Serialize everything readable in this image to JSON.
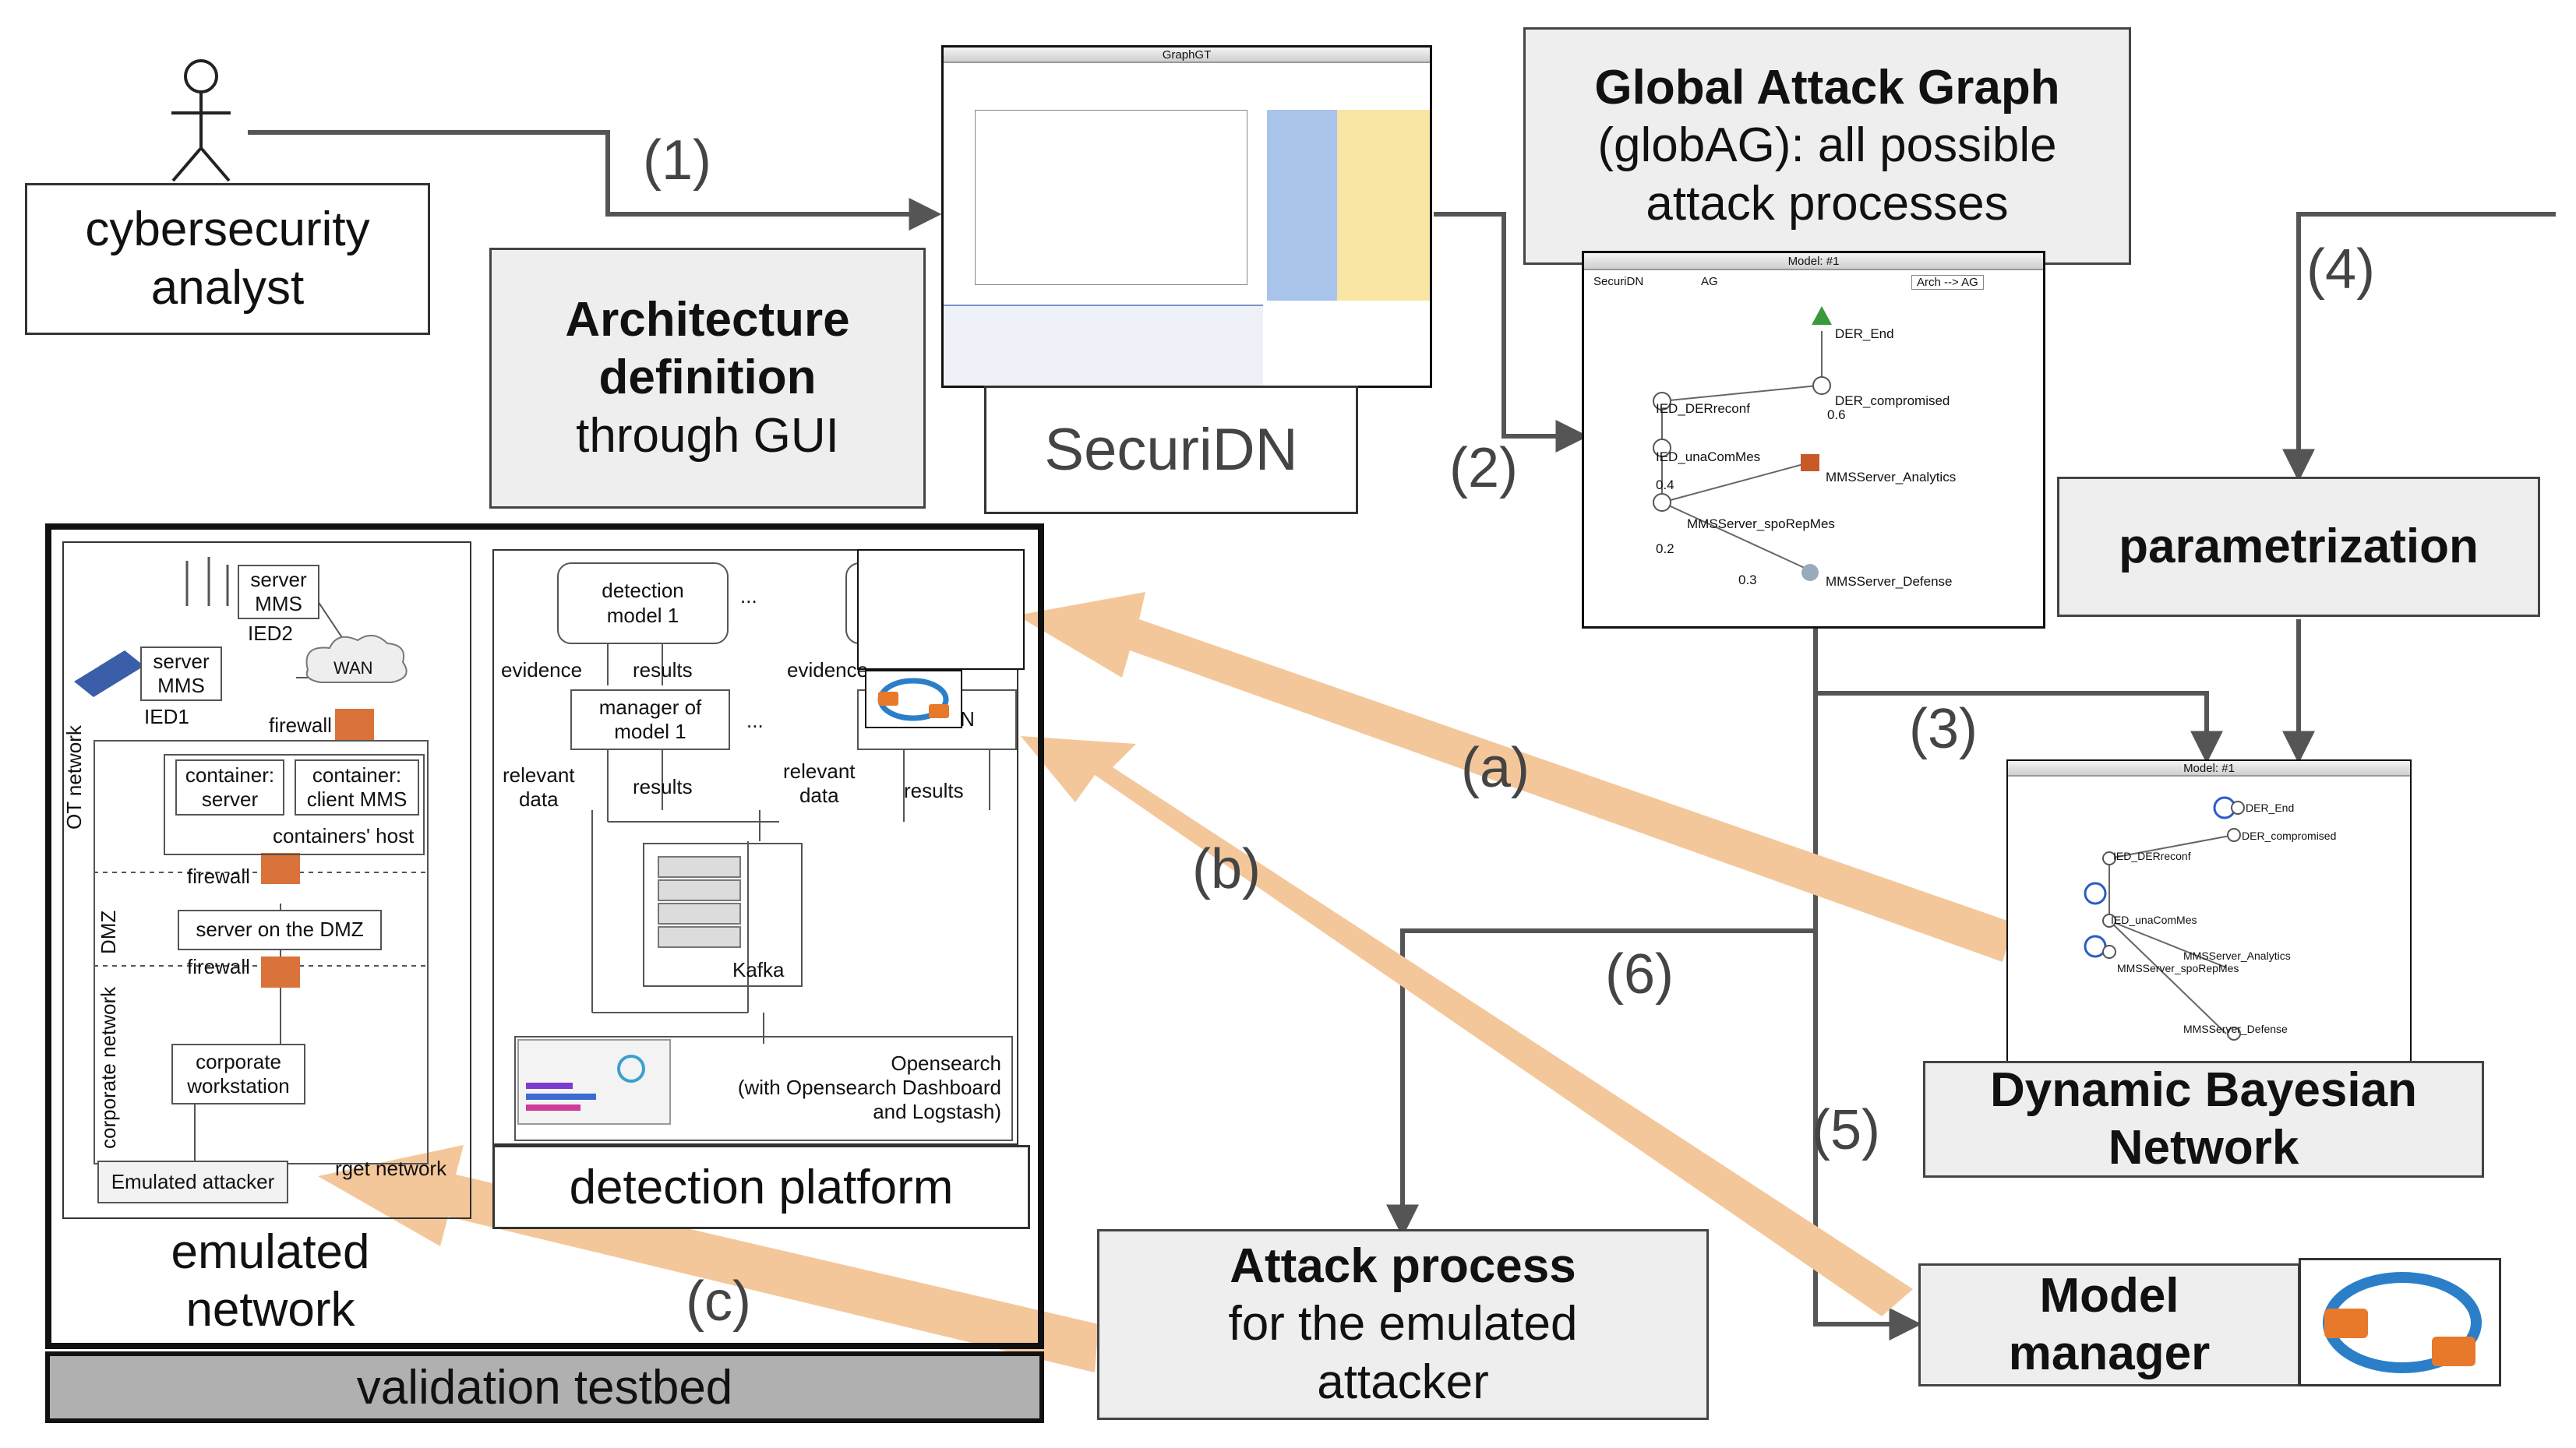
{
  "analyst": {
    "label_line1": "cybersecurity",
    "label_line2": "analyst"
  },
  "arch_def": {
    "title_line1": "Architecture",
    "title_line2": "definition",
    "subtitle": "through GUI"
  },
  "securidn": {
    "label": "SecuriDN",
    "window_title": "GraphGT"
  },
  "global_ag": {
    "title": "Global Attack Graph",
    "line2": "(globAG): all possible",
    "line3": "attack processes"
  },
  "ag_window": {
    "title": "Model: #1",
    "toolbar_left": "SecuriDN",
    "toolbar_mid": "AG",
    "select": "Arch --> AG",
    "nodes": [
      "DER_End",
      "IED_DERreconf",
      "DER_compromised",
      "IED_unaComMes",
      "MMSServer_Analytics",
      "MMSServer_spoRepMes",
      "MMSServer_Defense"
    ],
    "probs": [
      "0.6",
      "0.4",
      "0.2",
      "0.3"
    ]
  },
  "param": {
    "label": "parametrization"
  },
  "dbn": {
    "line1": "Dynamic Bayesian",
    "line2": "Network",
    "window_title": "Model: #1",
    "nodes": [
      "DER_End",
      "DER_compromised",
      "IED_DERreconf",
      "IED_unaComMes",
      "MMSServer_Analytics",
      "MMSServer_spoRepMes",
      "MMSServer_Defense"
    ]
  },
  "attack_proc": {
    "title": "Attack process",
    "line2": "for the emulated",
    "line3": "attacker"
  },
  "model_manager": {
    "line1": "Model",
    "line2": "manager"
  },
  "steps": {
    "s1": "(1)",
    "s2": "(2)",
    "s3": "(3)",
    "s4": "(4)",
    "s5": "(5)",
    "s6": "(6)",
    "a": "(a)",
    "b": "(b)",
    "c": "(c)"
  },
  "testbed": {
    "label": "validation testbed",
    "emulated_network": {
      "line1": "emulated",
      "line2": "network"
    },
    "server_mms_1": "server\nMMS",
    "ied2": "IED2",
    "server_mms_2": "server\nMMS",
    "ied1": "IED1",
    "wan": "WAN",
    "firewall": "firewall",
    "ot_network": "OT network",
    "dmz": "DMZ",
    "corporate_network": "corporate network",
    "container_server": "container:\nserver",
    "container_client": "container:\nclient MMS",
    "containers_host": "containers' host",
    "server_dmz": "server on the DMZ",
    "corp_ws": "corporate\nworkstation",
    "emulated_attacker": "Emulated attacker",
    "target_network": "rget network"
  },
  "detection": {
    "label": "detection platform",
    "model1": "detection\nmodel 1",
    "ellipsis": "...",
    "evidence": "evidence",
    "results": "results",
    "manager1": "manager of\nmodel 1",
    "modelN": "model N",
    "relevant_data": "relevant\ndata",
    "kafka": "Kafka",
    "opensearch": "Opensearch\n(with Opensearch Dashboard\nand Logstash)"
  },
  "colors": {
    "arrow_orange": "#f4c79a",
    "box_gray": "#eeeeee",
    "testbed_gray": "#b0b0b0",
    "line": "#555555"
  }
}
